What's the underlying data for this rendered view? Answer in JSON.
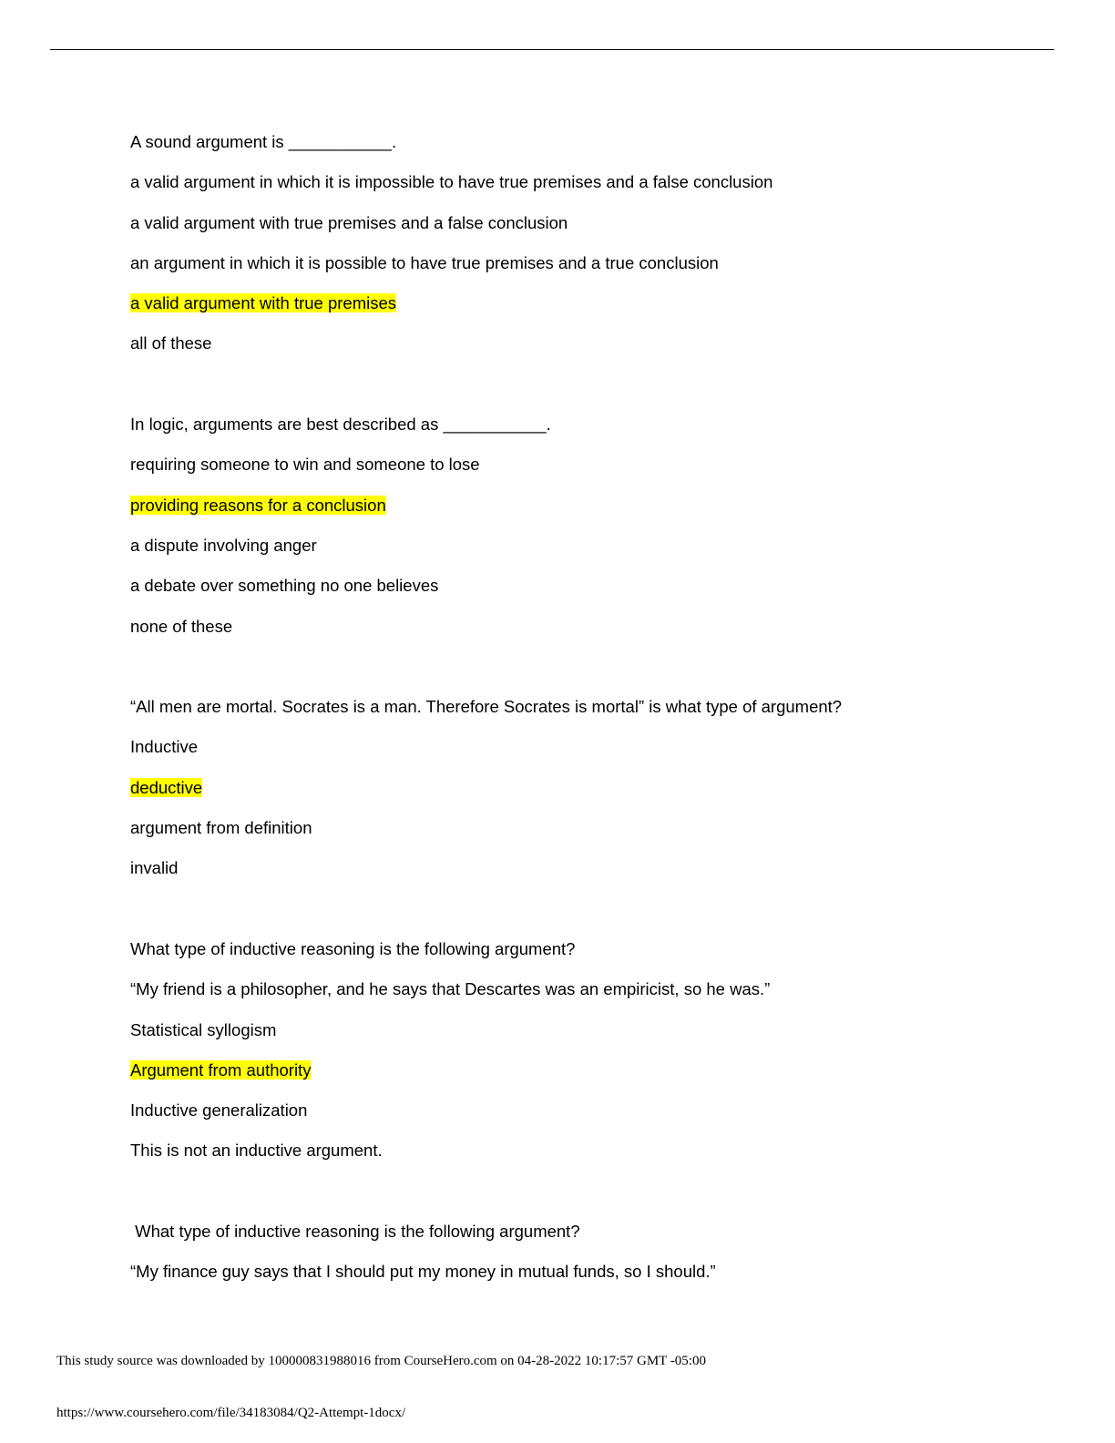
{
  "questions": [
    {
      "prompt": "A sound argument is ___________.",
      "options": [
        "a valid argument in which it is impossible to have true premises and a false conclusion",
        "a valid argument with true premises and a false conclusion",
        "an argument in which it is possible to have true premises and a true conclusion",
        "a valid argument with true premises",
        "all of these"
      ],
      "highlighted": 3
    },
    {
      "prompt": "In logic, arguments are best described as ___________.",
      "options": [
        "requiring someone to win and someone to lose",
        "providing reasons for a conclusion",
        "a dispute involving anger",
        "a debate over something no one believes",
        "none of these"
      ],
      "highlighted": 1
    },
    {
      "prompt": "“All men are mortal. Socrates is a man. Therefore Socrates is mortal” is what type of argument?",
      "options": [
        "Inductive",
        "deductive",
        "argument from definition",
        "invalid"
      ],
      "highlighted": 1
    },
    {
      "prompt": "What type of inductive reasoning is the following argument?",
      "quote": "“My friend is a philosopher, and he says that Descartes was an empiricist, so he was.”",
      "options": [
        "Statistical syllogism",
        "Argument from authority",
        "Inductive generalization",
        "This is not an inductive argument."
      ],
      "highlighted": 1
    },
    {
      "prompt": " What type of inductive reasoning is the following argument?",
      "quote": "“My finance guy says that I should put my money in mutual funds, so I should.”",
      "options": [],
      "highlighted": -1
    }
  ],
  "footer": {
    "download_note": "This study source was downloaded by 100000831988016 from CourseHero.com on 04-28-2022 10:17:57 GMT -05:00",
    "url": "https://www.coursehero.com/file/34183084/Q2-Attempt-1docx/"
  },
  "colors": {
    "highlight": "#ffff00"
  }
}
